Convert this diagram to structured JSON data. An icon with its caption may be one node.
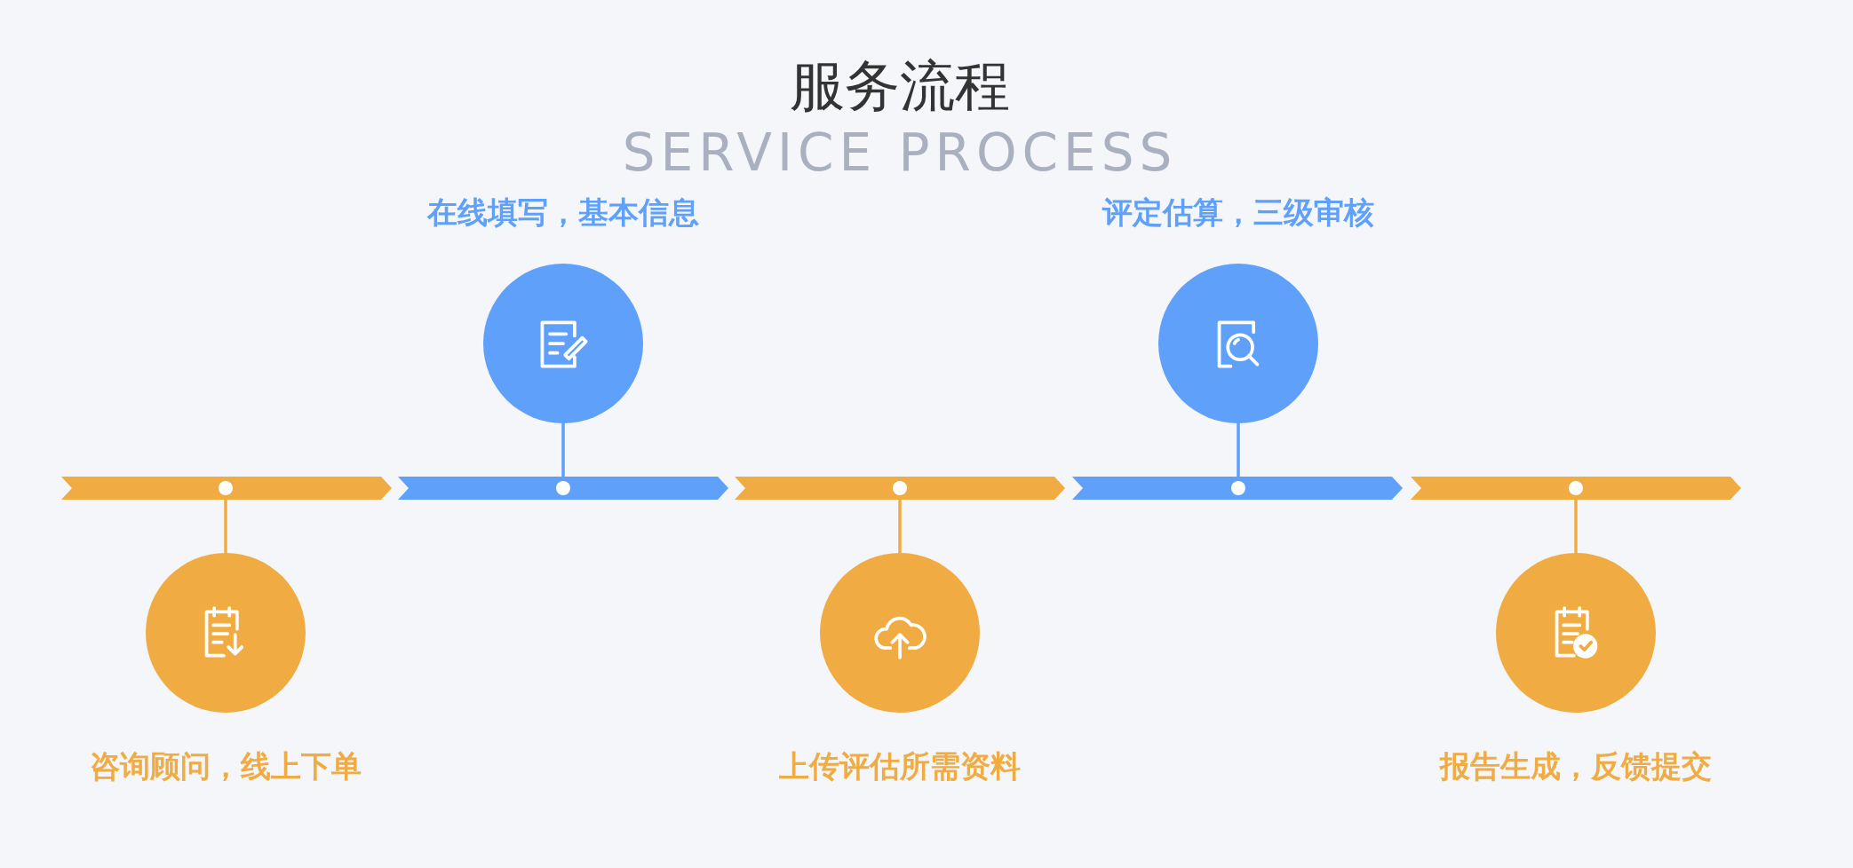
{
  "diagram": {
    "title": "服务流程",
    "nodes": [
      {
        "text": [
          "咨询顾问，线上下单"
        ]
      },
      {
        "text": [
          "在线填写，基本信息"
        ]
      },
      {
        "text": [
          "上传评估所需资料"
        ]
      },
      {
        "text": [
          "评定估算，三级审核"
        ]
      },
      {
        "text": [
          "报告生成，反馈提交"
        ]
      },
      {
        "text": [],
        "shape": "bar"
      },
      {
        "text": [],
        "shape": "bar"
      },
      {
        "text": [],
        "shape": "bar"
      },
      {
        "text": [],
        "shape": "bar"
      },
      {
        "text": [],
        "shape": "bar"
      }
    ],
    "edges": [
      {
        "from": 0,
        "to": 5,
        "arrow": "none"
      },
      {
        "from": 1,
        "to": 6,
        "arrow": "none",
        "color": "#5fa0fa"
      },
      {
        "from": 2,
        "to": 7,
        "arrow": "none"
      },
      {
        "from": 3,
        "to": 8,
        "arrow": "none",
        "color": "#5fa0fa"
      },
      {
        "from": 4,
        "to": 9,
        "arrow": "none"
      }
    ],
    "labels": [
      "SERVICE PROCESS"
    ]
  }
}
